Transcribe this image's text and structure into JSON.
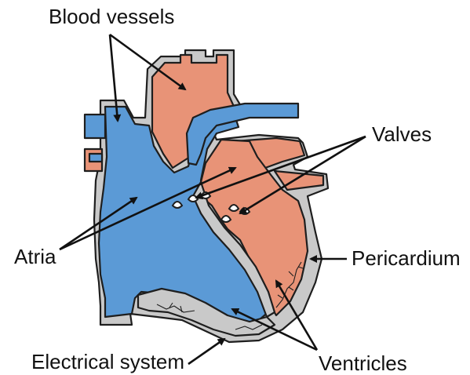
{
  "labels": {
    "blood_vessels": "Blood vessels",
    "valves": "Valves",
    "atria": "Atria",
    "pericardium": "Pericardium",
    "electrical_system": "Electrical system",
    "ventricles": "Ventricles"
  },
  "colors": {
    "deoxygenated_blue": "#5b9ad6",
    "oxygenated_red": "#e89377",
    "wall_gray": "#c9c9c9",
    "outline": "#1e1e1e",
    "label_text": "#111111"
  }
}
